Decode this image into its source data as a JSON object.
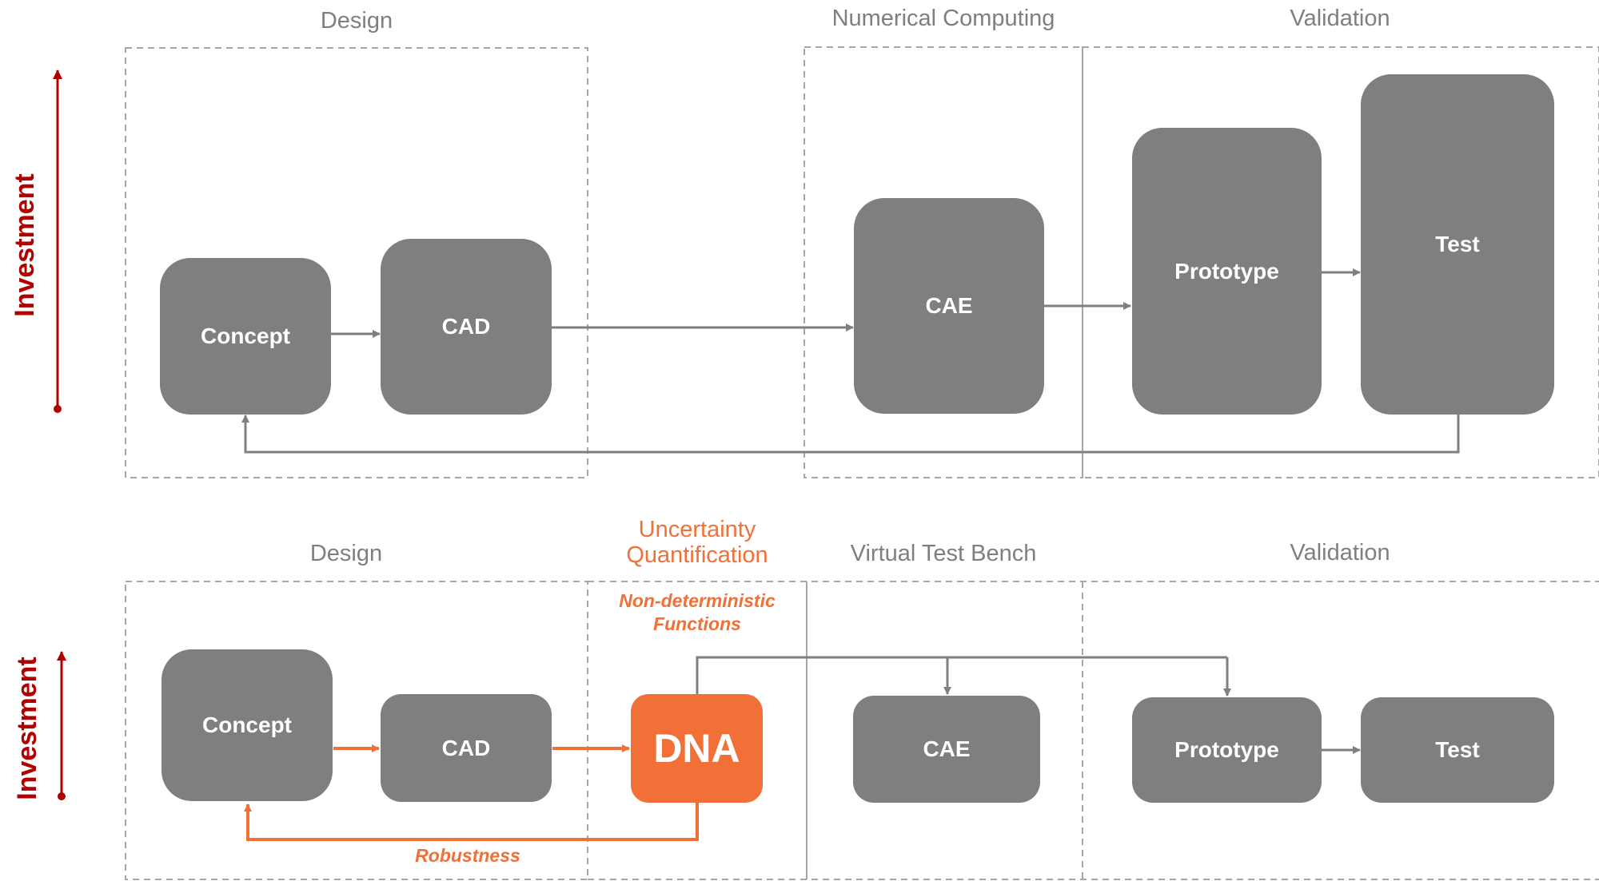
{
  "top": {
    "sections": {
      "design": "Design",
      "numerical": "Numerical Computing",
      "validation": "Validation"
    },
    "nodes": {
      "concept": "Concept",
      "cad": "CAD",
      "cae": "CAE",
      "prototype": "Prototype",
      "test": "Test"
    },
    "axis_label": "Investment"
  },
  "bottom": {
    "sections": {
      "design": "Design",
      "uq": "Uncertainty\nQuantification",
      "vtb": "Virtual Test Bench",
      "validation": "Validation"
    },
    "annotation": "Non-deterministic\nFunctions",
    "nodes": {
      "concept": "Concept",
      "cad": "CAD",
      "dna": "DNA",
      "cae": "CAE",
      "prototype": "Prototype",
      "test": "Test"
    },
    "feedback_label": "Robustness",
    "axis_label": "Investment"
  },
  "colors": {
    "box_gray": "#7f7f7f",
    "accent_orange": "#f07038",
    "investment_red": "#b00000",
    "dashed_border": "#a6a6a6"
  }
}
